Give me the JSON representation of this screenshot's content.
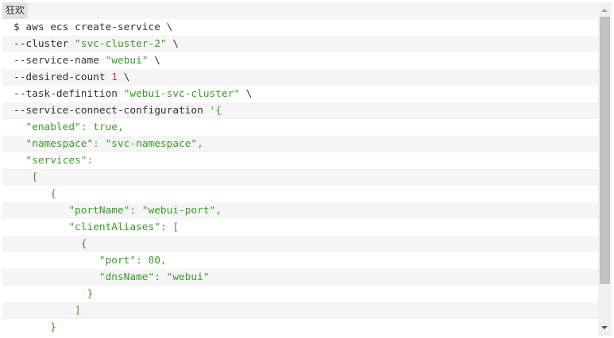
{
  "tab_label": "狂欢",
  "code_lines": [
    [
      {
        "t": "$ aws ecs create-service \\",
        "k": ""
      }
    ],
    [
      {
        "t": "--cluster ",
        "k": ""
      },
      {
        "t": "\"svc-cluster-2\"",
        "k": "s"
      },
      {
        "t": " \\",
        "k": ""
      }
    ],
    [
      {
        "t": "--service-name ",
        "k": ""
      },
      {
        "t": "\"webui\"",
        "k": "s"
      },
      {
        "t": " \\",
        "k": ""
      }
    ],
    [
      {
        "t": "--desired-count ",
        "k": ""
      },
      {
        "t": "1",
        "k": "n"
      },
      {
        "t": " \\",
        "k": ""
      }
    ],
    [
      {
        "t": "--task-definition ",
        "k": ""
      },
      {
        "t": "\"webui-svc-cluster\"",
        "k": "s"
      },
      {
        "t": " \\",
        "k": ""
      }
    ],
    [
      {
        "t": "--service-connect-configuration ",
        "k": ""
      },
      {
        "t": "'{",
        "k": "s"
      }
    ],
    [
      {
        "t": "  \"enabled\": true,",
        "k": "s"
      }
    ],
    [
      {
        "t": "  \"namespace\": \"svc-namespace\",",
        "k": "s"
      }
    ],
    [
      {
        "t": "  \"services\":",
        "k": "s"
      }
    ],
    [
      {
        "t": "   [",
        "k": "s"
      }
    ],
    [
      {
        "t": "      {",
        "k": "s"
      }
    ],
    [
      {
        "t": "         \"portName\": \"webui-port\",",
        "k": "s"
      }
    ],
    [
      {
        "t": "         \"clientAliases\": [",
        "k": "s"
      }
    ],
    [
      {
        "t": "           {",
        "k": "s"
      }
    ],
    [
      {
        "t": "              \"port\": 80,",
        "k": "s"
      }
    ],
    [
      {
        "t": "              \"dnsName\": \"webui\"",
        "k": "s"
      }
    ],
    [
      {
        "t": "            }",
        "k": "s"
      }
    ],
    [
      {
        "t": "          ]",
        "k": "s"
      }
    ],
    [
      {
        "t": "      }",
        "k": "s"
      }
    ]
  ],
  "colors": {
    "string": "#3a9a2a",
    "number": "#dd3333",
    "text": "#333333"
  }
}
